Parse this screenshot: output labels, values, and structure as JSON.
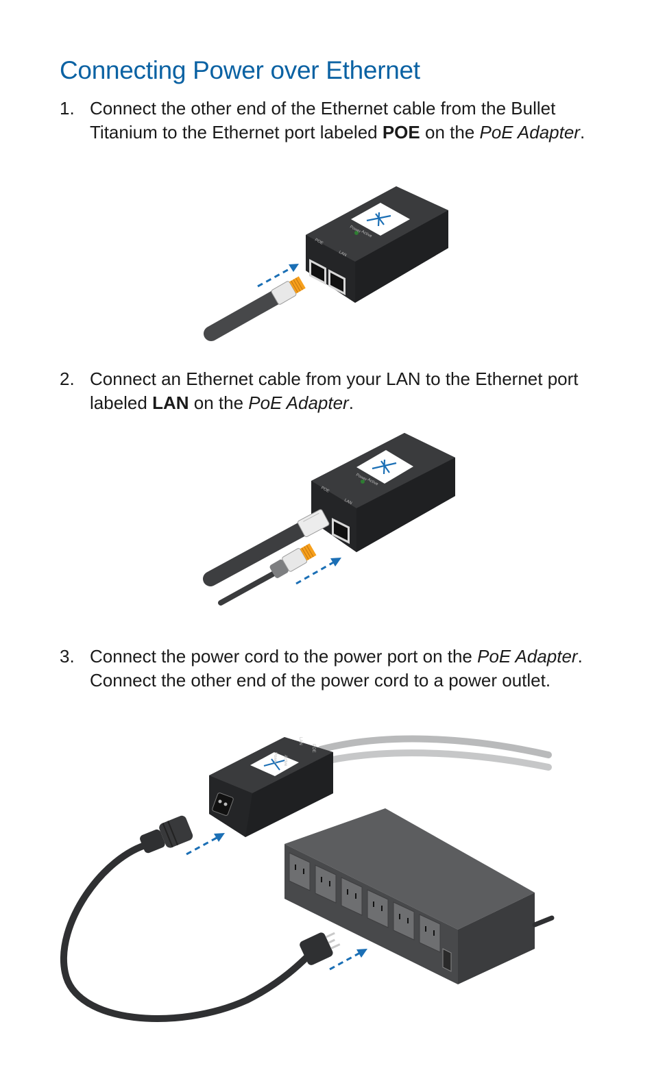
{
  "page": {
    "title": "Connecting Power over Ethernet"
  },
  "steps": [
    {
      "number": "1.",
      "text_a": "Connect the other end of the Ethernet cable from the Bullet Titanium to the Ethernet port labeled ",
      "bold_a": "POE",
      "text_b": " on the ",
      "italic_a": "PoE Adapter",
      "text_c": "."
    },
    {
      "number": "2.",
      "text_a": "Connect an Ethernet cable from your LAN to the Ethernet port labeled ",
      "bold_a": "LAN",
      "text_b": " on the ",
      "italic_a": "PoE Adapter",
      "text_c": "."
    },
    {
      "number": "3.",
      "text_a": "Connect the power cord to the power port on the ",
      "italic_a": "PoE Adapter",
      "text_b": ". Connect the other end of the power cord to a power outlet."
    }
  ],
  "adapter_labels": {
    "port_poe": "POE",
    "port_lan": "LAN",
    "led_power": "Power",
    "led_active": "Active"
  },
  "colors": {
    "title_blue": "#0b62a3",
    "arrow_blue": "#1b6fb5",
    "adapter_body": "#2b2c2e",
    "strip_body": "#58595b",
    "poe_plug_orange": "#f7a01c"
  }
}
